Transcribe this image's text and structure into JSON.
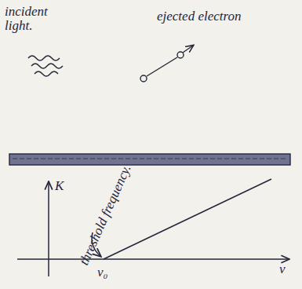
{
  "diagram": {
    "labels": [
      "incident light.",
      "ejected electron",
      "K",
      "threshold frequency.",
      "ν₀",
      "ν"
    ]
  }
}
